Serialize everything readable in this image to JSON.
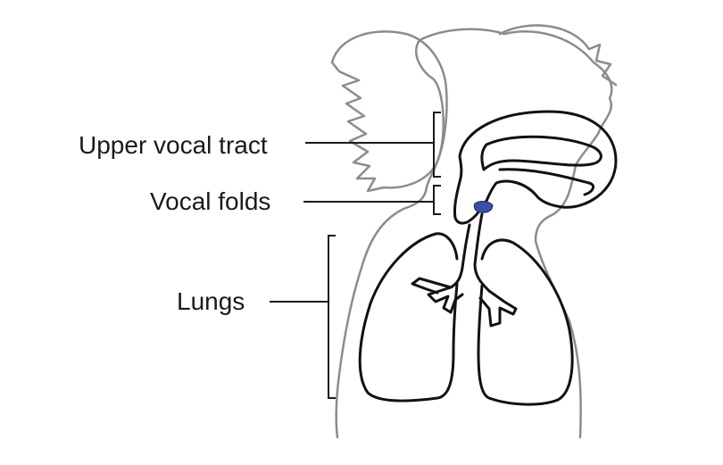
{
  "labels": {
    "upper_vocal_tract": "Upper vocal tract",
    "vocal_folds": "Vocal folds",
    "lungs": "Lungs"
  },
  "colors": {
    "silhouette": "#8c8c8c",
    "organs": "#111111",
    "vocal_folds_fill": "#3b4fa8"
  },
  "icons": {
    "figure": "human-head-and-torso-silhouette"
  }
}
